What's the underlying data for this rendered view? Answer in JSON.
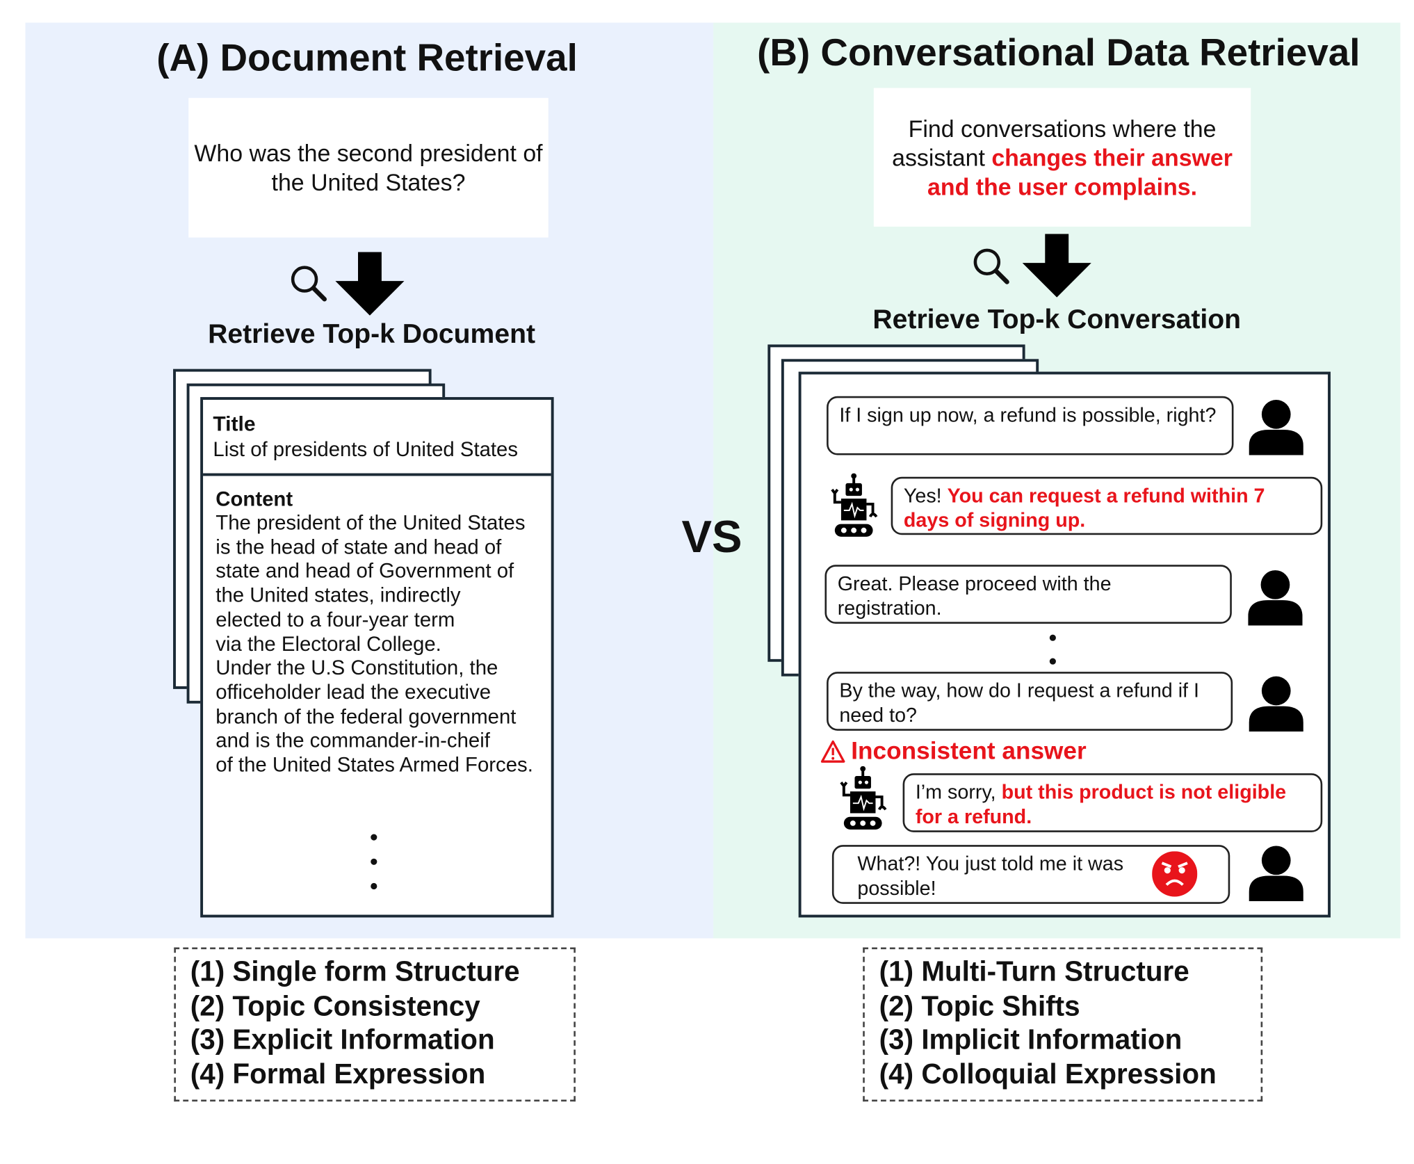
{
  "panel_a": {
    "title": "(A) Document Retrieval",
    "query": "Who was the second president of the United States?",
    "step_label": "Retrieve Top-k Document",
    "document": {
      "title_label": "Title",
      "title_value": "List of presidents of United States",
      "content_label": "Content",
      "content_lines": [
        "The president of the United States",
        "is the head of state and head of",
        "state and head of Government of",
        "the United states, indirectly",
        "elected to a four-year term",
        "via the Electoral College.",
        "Under the U.S Constitution, the",
        "officeholder lead the executive",
        "branch of the federal government",
        "and is the commander-in-cheif",
        "of the United States Armed Forces."
      ]
    },
    "properties": [
      "(1) Single form Structure",
      "(2) Topic Consistency",
      "(3) Explicit Information",
      "(4) Formal Expression"
    ]
  },
  "vs_label": "VS",
  "panel_b": {
    "title": "(B) Conversational Data Retrieval",
    "query_plain": "Find conversations where the assistant ",
    "query_highlight": "changes their answer and the user complains.",
    "step_label": "Retrieve Top-k Conversation",
    "messages": [
      {
        "role": "user",
        "plain": "If I sign up now, a refund is possible, right?",
        "highlight": ""
      },
      {
        "role": "assistant",
        "plain": "Yes! ",
        "highlight": "You can request a refund within 7 days of signing up."
      },
      {
        "role": "user",
        "plain": "Great. Please proceed with the registration.",
        "highlight": ""
      },
      {
        "role": "user",
        "plain": "By the way, how do I request a refund if I need to?",
        "highlight": ""
      },
      {
        "role": "assistant",
        "plain": "I’m sorry, ",
        "highlight": "but this product is not eligible for a refund."
      },
      {
        "role": "user",
        "plain": "What?! You just told me it was possible!",
        "highlight": ""
      }
    ],
    "warning_label": "Inconsistent answer",
    "properties": [
      "(1) Multi-Turn Structure",
      "(2) Topic Shifts",
      "(3) Implicit Information",
      "(4) Colloquial Expression"
    ]
  },
  "colors": {
    "panel_a_bg": "#eaf1fd",
    "panel_b_bg": "#e6f8f1",
    "highlight": "#e8141b",
    "border": "#1b2a36"
  }
}
